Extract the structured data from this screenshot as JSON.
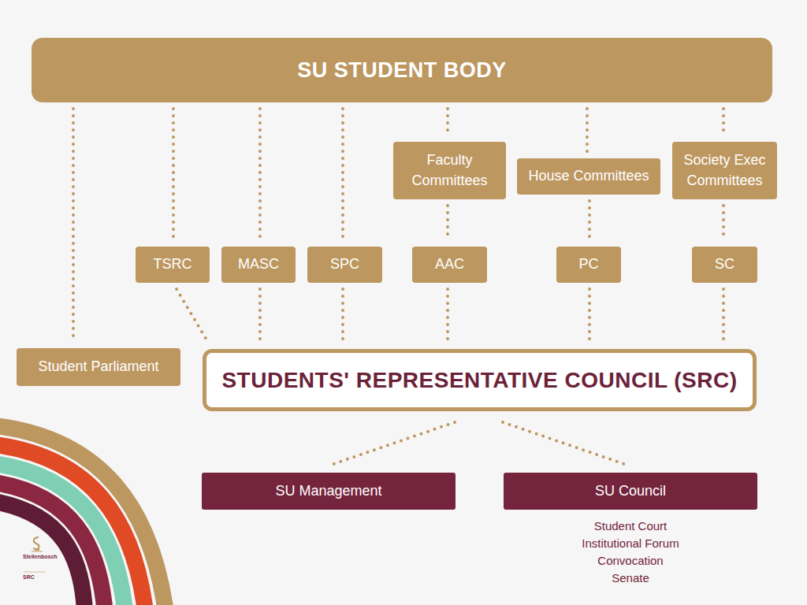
{
  "diagram": {
    "nodes": [
      {
        "text": [
          "SU STUDENT BODY"
        ]
      },
      {
        "text": [
          "Faculty Committees"
        ]
      },
      {
        "text": [
          "House Committees"
        ]
      },
      {
        "text": [
          "Society Exec Committees"
        ]
      },
      {
        "text": [
          "TSRC"
        ]
      },
      {
        "text": [
          "MASC"
        ]
      },
      {
        "text": [
          "SPC"
        ]
      },
      {
        "text": [
          "AAC"
        ]
      },
      {
        "text": [
          "PC"
        ]
      },
      {
        "text": [
          "SC"
        ]
      },
      {
        "text": [
          "Student Parliament"
        ]
      },
      {
        "text": [
          "STUDENTS' REPRESENTATIVE COUNCIL (SRC)"
        ]
      },
      {
        "text": [
          "SU Management"
        ]
      },
      {
        "text": [
          "SU Council"
        ]
      }
    ],
    "edges": [
      {
        "from": 0,
        "to": 10,
        "arrow": "none"
      },
      {
        "from": 0,
        "to": 4,
        "arrow": "none"
      },
      {
        "from": 0,
        "to": 5,
        "arrow": "none"
      },
      {
        "from": 0,
        "to": 6,
        "arrow": "none"
      },
      {
        "from": 0,
        "to": 1,
        "arrow": "none"
      },
      {
        "from": 0,
        "to": 2,
        "arrow": "none"
      },
      {
        "from": 0,
        "to": 3,
        "arrow": "none"
      },
      {
        "from": 1,
        "to": 7,
        "arrow": "none"
      },
      {
        "from": 2,
        "to": 8,
        "arrow": "none"
      },
      {
        "from": 3,
        "to": 9,
        "arrow": "none"
      },
      {
        "from": 4,
        "to": 11,
        "arrow": "none"
      },
      {
        "from": 5,
        "to": 11,
        "arrow": "none"
      },
      {
        "from": 6,
        "to": 11,
        "arrow": "none"
      },
      {
        "from": 7,
        "to": 11,
        "arrow": "none"
      },
      {
        "from": 8,
        "to": 11,
        "arrow": "none"
      },
      {
        "from": 9,
        "to": 11,
        "arrow": "none"
      },
      {
        "from": 11,
        "to": 12,
        "arrow": "none"
      },
      {
        "from": 11,
        "to": 13,
        "arrow": "none"
      }
    ],
    "labels": [
      "Student Court",
      "Institutional Forum",
      "Convocation",
      "Senate",
      "Stellenbosch",
      "SRC"
    ]
  }
}
